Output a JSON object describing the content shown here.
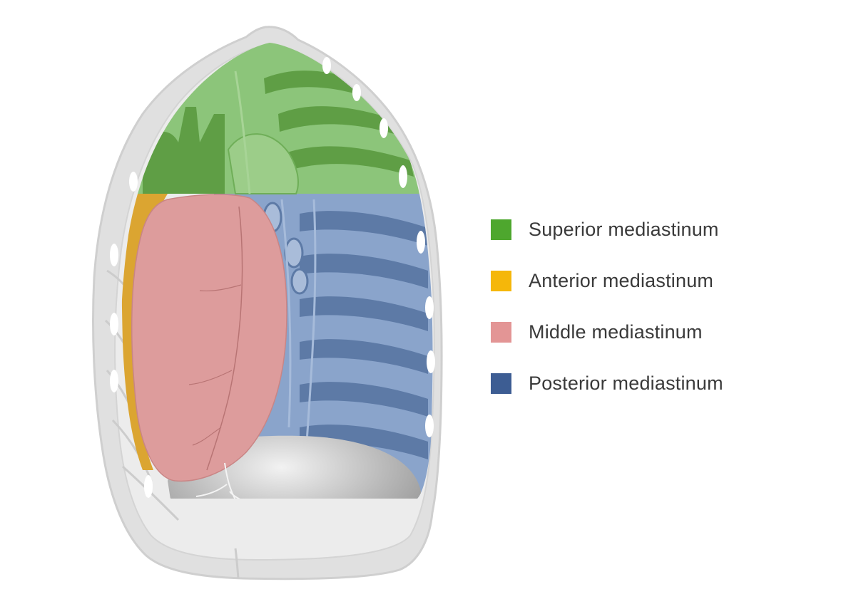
{
  "legend": {
    "items": [
      {
        "key": "superior",
        "label": "Superior mediastinum",
        "color": "#4ea72e"
      },
      {
        "key": "anterior",
        "label": "Anterior mediastinum",
        "color": "#f5b70a"
      },
      {
        "key": "middle",
        "label": "Middle mediastinum",
        "color": "#e39595"
      },
      {
        "key": "posterior",
        "label": "Posterior mediastinum",
        "color": "#3d5d93"
      }
    ]
  },
  "regions": {
    "superior": {
      "color": "#8cc57a",
      "shade": "#5f9e45"
    },
    "anterior": {
      "color": "#dba531"
    },
    "middle": {
      "color": "#dd9c9c",
      "vessel": "#b87474"
    },
    "posterior": {
      "color": "#8aa4cb",
      "shade": "#5d7aa6"
    },
    "diaphragm": {
      "color": "#b9b9b9",
      "highlight": "#f2f2f2",
      "shadow": "#8b8b8b"
    },
    "ribcage": {
      "color": "#e0e0e0",
      "edge": "#c4c4c4"
    }
  }
}
